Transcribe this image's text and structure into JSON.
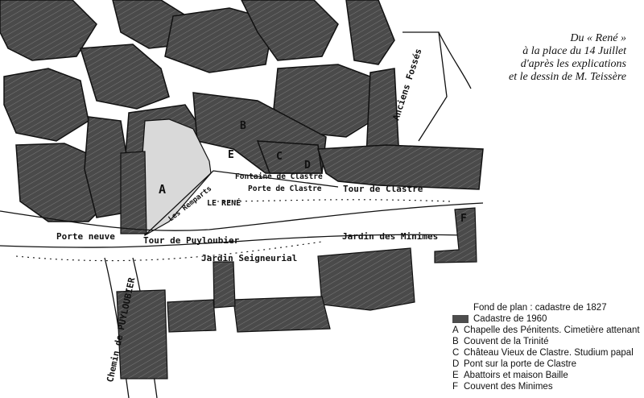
{
  "title_lines": [
    "Du « René »",
    "à la place du 14 Juillet",
    "d'après les explications",
    "et le dessin de M. Teissère"
  ],
  "map_labels": {
    "anciens_fosses": "Anciens Fossés",
    "porte_neuve": "Porte neuve",
    "tour_puyloubier": "Tour de Puyloubier",
    "jardin_minimes": "Jardin des Minimes",
    "jardin_seigneurial": "Jardin Seigneurial",
    "chemin_puyloubier": "Chemin de PUYLOUBIER",
    "tour_clastre": "Tour de Clastre",
    "porte_clastre": "Porte de Clastre",
    "fontaine_clastre": "Fontaine de Clastre",
    "les_remparts": "Les Remparts",
    "le_rene": "LE RENÉ",
    "letter_a": "A",
    "letter_b": "B",
    "letter_c": "C",
    "letter_d": "D",
    "letter_e": "E",
    "letter_f": "F"
  },
  "legend": [
    {
      "letter": "",
      "swatch": "plain",
      "text": "Fond de plan : cadastre de 1827"
    },
    {
      "letter": "",
      "swatch": "dark",
      "text": "Cadastre de 1960"
    },
    {
      "letter": "A",
      "swatch": "",
      "text": "Chapelle des Pénitents. Cimetière attenant"
    },
    {
      "letter": "B",
      "swatch": "",
      "text": "Couvent de la Trinité"
    },
    {
      "letter": "C",
      "swatch": "",
      "text": "Château Vieux de Clastre. Studium papal"
    },
    {
      "letter": "D",
      "swatch": "",
      "text": "Pont sur la porte de Clastre"
    },
    {
      "letter": "E",
      "swatch": "",
      "text": "Abattoirs et maison Baille"
    },
    {
      "letter": "F",
      "swatch": "",
      "text": "Couvent des Minimes"
    }
  ],
  "colors": {
    "block_dark": "#4a4a4a",
    "block_light": "#d9d9d9",
    "line": "#111111"
  }
}
